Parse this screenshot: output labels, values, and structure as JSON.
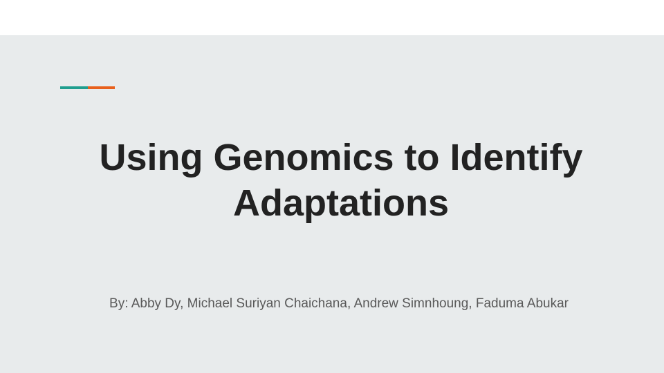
{
  "slide": {
    "title_lines": [
      "Using Genomics to Identify",
      "Adaptations"
    ],
    "subtitle": "By: Abby Dy, Michael Suriyan Chaichana, Andrew Simnhoung, Faduma Abukar"
  },
  "colors": {
    "background": "#e8ebec",
    "title_text": "#222222",
    "subtitle_text": "#595959",
    "accent_teal": "#1f9e8f",
    "accent_orange": "#e8601c"
  }
}
